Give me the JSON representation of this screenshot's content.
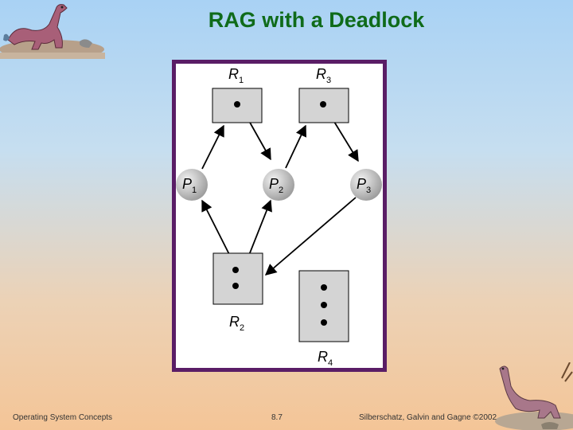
{
  "slide": {
    "title": "RAG with a Deadlock"
  },
  "diagram": {
    "processes": [
      {
        "id": "P1",
        "letter": "P",
        "sub": "1"
      },
      {
        "id": "P2",
        "letter": "P",
        "sub": "2"
      },
      {
        "id": "P3",
        "letter": "P",
        "sub": "3"
      }
    ],
    "resources": [
      {
        "id": "R1",
        "letter": "R",
        "sub": "1",
        "instances": 1
      },
      {
        "id": "R3",
        "letter": "R",
        "sub": "3",
        "instances": 1
      },
      {
        "id": "R2",
        "letter": "R",
        "sub": "2",
        "instances": 2
      },
      {
        "id": "R4",
        "letter": "R",
        "sub": "4",
        "instances": 3
      }
    ],
    "edges": [
      {
        "from": "P1",
        "to": "R1",
        "kind": "request"
      },
      {
        "from": "R1",
        "to": "P2",
        "kind": "assignment"
      },
      {
        "from": "P2",
        "to": "R3",
        "kind": "request"
      },
      {
        "from": "R3",
        "to": "P3",
        "kind": "assignment"
      },
      {
        "from": "P3",
        "to": "R2",
        "kind": "request"
      },
      {
        "from": "R2",
        "to": "P1",
        "kind": "assignment"
      },
      {
        "from": "R2",
        "to": "P2",
        "kind": "assignment"
      }
    ],
    "colors": {
      "frame": "#5a1d66",
      "title": "#0f6b1a"
    }
  },
  "footer": {
    "left": "Operating System Concepts",
    "center": "8.7",
    "right": "Silberschatz, Galvin and  Gagne ©2002"
  }
}
